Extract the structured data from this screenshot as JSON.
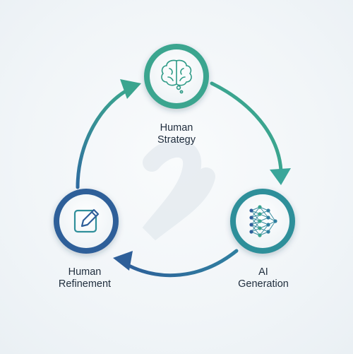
{
  "nodes": {
    "strategy": {
      "label": "Human\nStrategy",
      "icon": "brain-icon",
      "ring_color": "#3ba58f"
    },
    "generation": {
      "label": "AI\nGeneration",
      "icon": "neural-network-icon",
      "ring_color": "#2f8f9a"
    },
    "refinement": {
      "label": "Human\nRefinement",
      "icon": "edit-icon",
      "ring_color": "#2e5f99"
    }
  },
  "colors": {
    "teal": "#3ba58f",
    "blue": "#2e5f99",
    "icon_teal": "#2d9a86",
    "icon_blue": "#2f5f9a"
  }
}
